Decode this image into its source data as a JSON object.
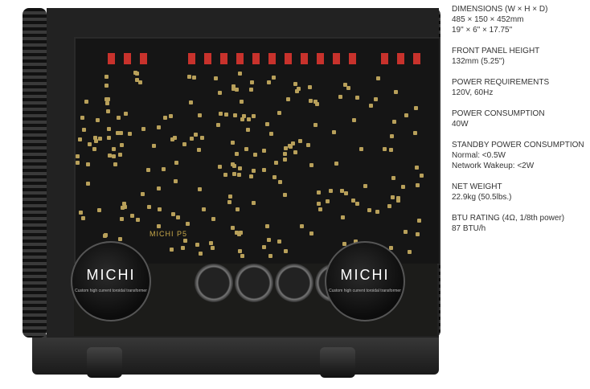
{
  "product_image": {
    "brand_logo": "MICHI",
    "transformer_label": "Custom high current toroidal transformer",
    "board_label": "MICHI P5"
  },
  "specs": [
    {
      "title": "DIMENSIONS (W × H × D)",
      "values": [
        "485 × 150 × 452mm",
        "19\" × 6\" × 17.75\""
      ]
    },
    {
      "title": "FRONT PANEL HEIGHT",
      "values": [
        "132mm (5.25\")"
      ]
    },
    {
      "title": "POWER REQUIREMENTS",
      "values": [
        "120V, 60Hz"
      ]
    },
    {
      "title": "POWER CONSUMPTION",
      "values": [
        "40W"
      ]
    },
    {
      "title": "STANDBY POWER CONSUMPTION",
      "values": [
        "Normal: <0.5W",
        "Network Wakeup: <2W"
      ]
    },
    {
      "title": "NET WEIGHT",
      "values": [
        "22.9kg (50.5lbs.)"
      ]
    },
    {
      "title": "BTU RATING (4Ω, 1/8th power)",
      "values": [
        "87 BTU/h"
      ]
    }
  ]
}
